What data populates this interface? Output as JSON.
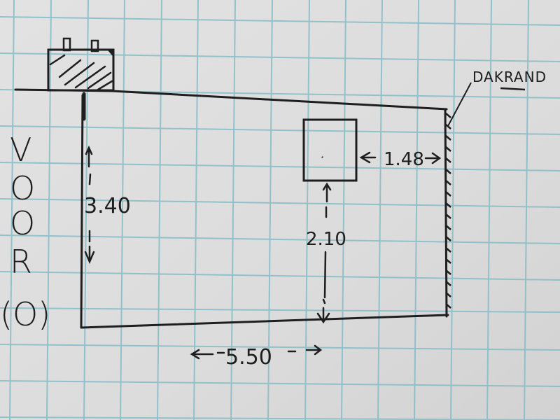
{
  "sketch": {
    "kind": "hand-drawn floor/roof plan on grid paper",
    "colors": {
      "paper": "#dedede",
      "grid_line": "#7fb7c2",
      "ink": "#1e1e1e"
    },
    "labels": {
      "roof_edge": "DAKRAND",
      "front_side_letters": [
        "V",
        "O",
        "O",
        "R"
      ],
      "front_side_orientation": "(O)",
      "height_dimension": "3.40",
      "width_dimension": "5.50",
      "window_right_offset": "1.48",
      "window_bottom_offset": "2.10"
    },
    "dimension_lines": {
      "width": {
        "left_arrow": "←",
        "value": "5.50",
        "right_arrow": "→"
      },
      "height": {
        "top_arrow": "↑",
        "value": "3.40",
        "bottom_arrow": "↓"
      },
      "window_right": {
        "left_arrow": "←",
        "value": "1.48",
        "right_arrow": "→"
      },
      "window_bottom": {
        "value": "2.10"
      }
    },
    "elements": [
      "main rectangle (roof outline)",
      "hatched chimney/box element with two small protrusions at top-left",
      "small rectangle (roof window / skylight)",
      "hatched right edge marked DAKRAND (roof edge)"
    ]
  }
}
